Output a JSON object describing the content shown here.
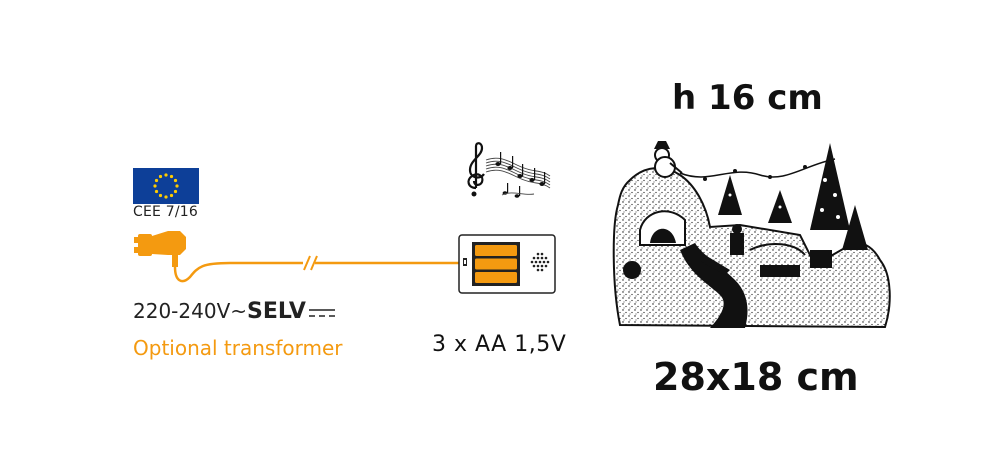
{
  "power": {
    "flag_icon": "eu-flag-icon",
    "standard": "CEE 7/16",
    "voltage": "220-240V~",
    "selv": "SELV",
    "dc_symbol": "⎓",
    "optional_label": "Optional transformer"
  },
  "battery_box": {
    "icon": "battery-box-icon",
    "music_icon": "music-notes-icon",
    "label": "3 x AA 1,5V"
  },
  "product": {
    "image_icon": "christmas-village-scene",
    "height_label": "h 16 cm",
    "size_label": "28x18 cm"
  },
  "colors": {
    "accent": "#f49a10",
    "eu_blue": "#0d3f98",
    "eu_star": "#ffcc00",
    "text": "#222222"
  }
}
